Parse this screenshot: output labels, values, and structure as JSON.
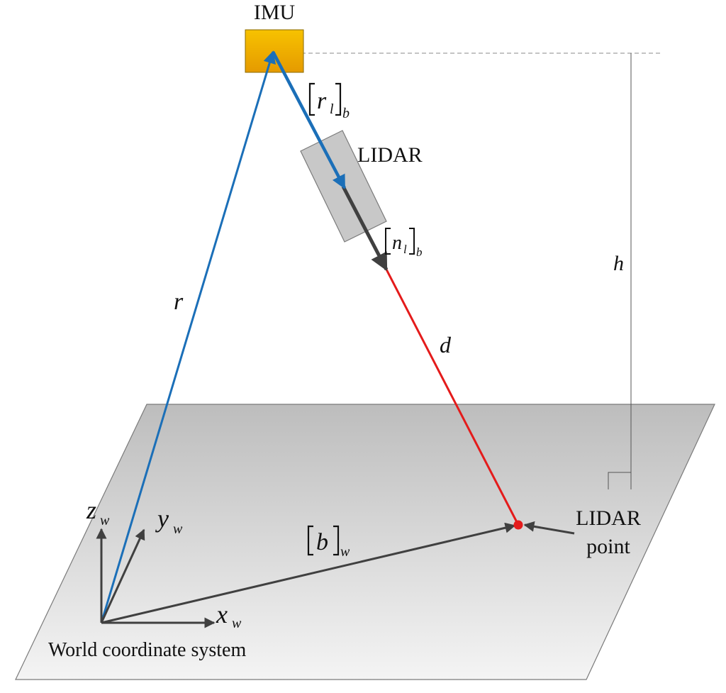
{
  "labels": {
    "imu": "IMU",
    "lidar": "LIDAR",
    "r_vec": "r",
    "d_vec": "d",
    "h_height": "h",
    "lidar_point_line1": "LIDAR",
    "lidar_point_line2": "point",
    "world_system": "World coordinate system",
    "rl_main": "r",
    "rl_sub_l": "l",
    "rl_sub_b": "b",
    "nl_main": "n",
    "nl_sub_l": "l",
    "nl_sub_b": "b",
    "b_main": "b",
    "b_sub": "w",
    "x_main": "x",
    "x_sub": "w",
    "y_main": "y",
    "y_sub": "w",
    "z_main": "z",
    "z_sub": "w"
  },
  "colors": {
    "imu_fill": "#f0a800",
    "lidar_fill": "#c8c8c8",
    "blue_vector": "#1b6fb8",
    "red_ray": "#e41b1b",
    "dark_vector": "#404040",
    "ground_top": "#bdbdbd",
    "ground_bottom": "#f2f2f2"
  }
}
